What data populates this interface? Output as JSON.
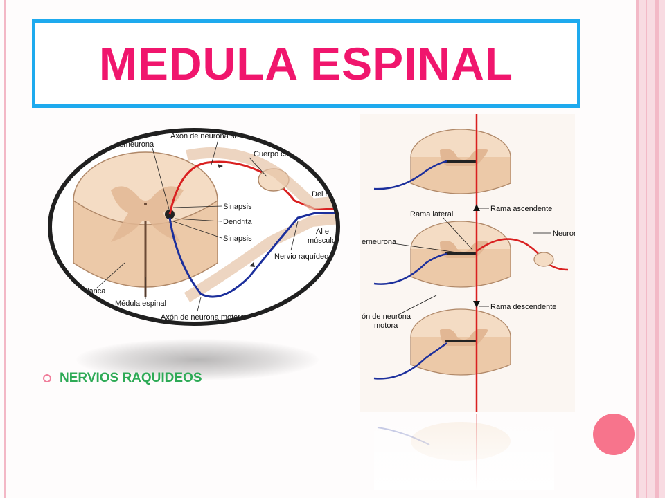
{
  "slide": {
    "title": "MEDULA ESPINAL",
    "bullets": [
      "NERVIOS RAQUIDEOS"
    ]
  },
  "left_figure": {
    "labels": {
      "interneurona": "erneurona",
      "axon_sensorial": "Axón de neurona se",
      "cuerpo_celular": "Cuerpo ce",
      "del_receptor": "Del r",
      "sinapsis_1": "Sinapsis",
      "dendrita": "Dendrita",
      "sinapsis_2": "Sinapsis",
      "al_musculo_1": "Al e",
      "al_musculo_2": "músculo",
      "nervio_raquideo": "Nervio raquídeo",
      "sustancia_blanca": "blanca",
      "medula_espinal": "Médula espinal",
      "axon_motora": "Axón de neurona motora"
    }
  },
  "right_figure": {
    "labels": {
      "rama_ascendente": "Rama ascendente",
      "rama_lateral": "Rama lateral",
      "interneurona": "erneurona",
      "neurona": "Neurona",
      "axon_motora_1": "ón de neurona",
      "axon_motora_2": "motora",
      "rama_descendente": "Rama descendente"
    }
  },
  "colors": {
    "title": "#f0166d",
    "title_border": "#1eaaee",
    "bullet_text": "#2eaa56",
    "sensory_nerve": "#d92020",
    "motor_nerve": "#1c2f9c",
    "tissue": "#f4dcc4",
    "accent_dot": "#f7748c"
  }
}
